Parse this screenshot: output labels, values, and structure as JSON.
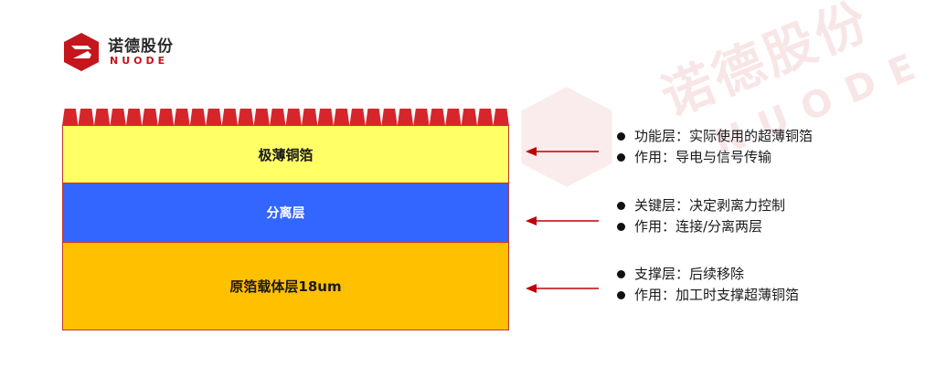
{
  "logo": {
    "name_cn": "诺德股份",
    "name_en": "NUODE",
    "brand_color": "#c4161c"
  },
  "watermark": {
    "text_cn": "诺德股份",
    "text_en": "NUODE"
  },
  "layers": [
    {
      "label": "极薄铜箔",
      "color": "#ffff66"
    },
    {
      "label": "分离层",
      "color": "#3366ff"
    },
    {
      "label": "原箔载体层18um",
      "color": "#ffc000"
    }
  ],
  "descriptions": [
    {
      "lines": [
        "功能层：实际使用的超薄铜箔",
        "作用：导电与信号传输"
      ]
    },
    {
      "lines": [
        "关键层：决定剥离力控制",
        "作用：连接/分离两层"
      ]
    },
    {
      "lines": [
        "支撑层：后续移除",
        "作用：加工时支撑超薄铜箔"
      ]
    }
  ],
  "arrow_color": "#c00000"
}
